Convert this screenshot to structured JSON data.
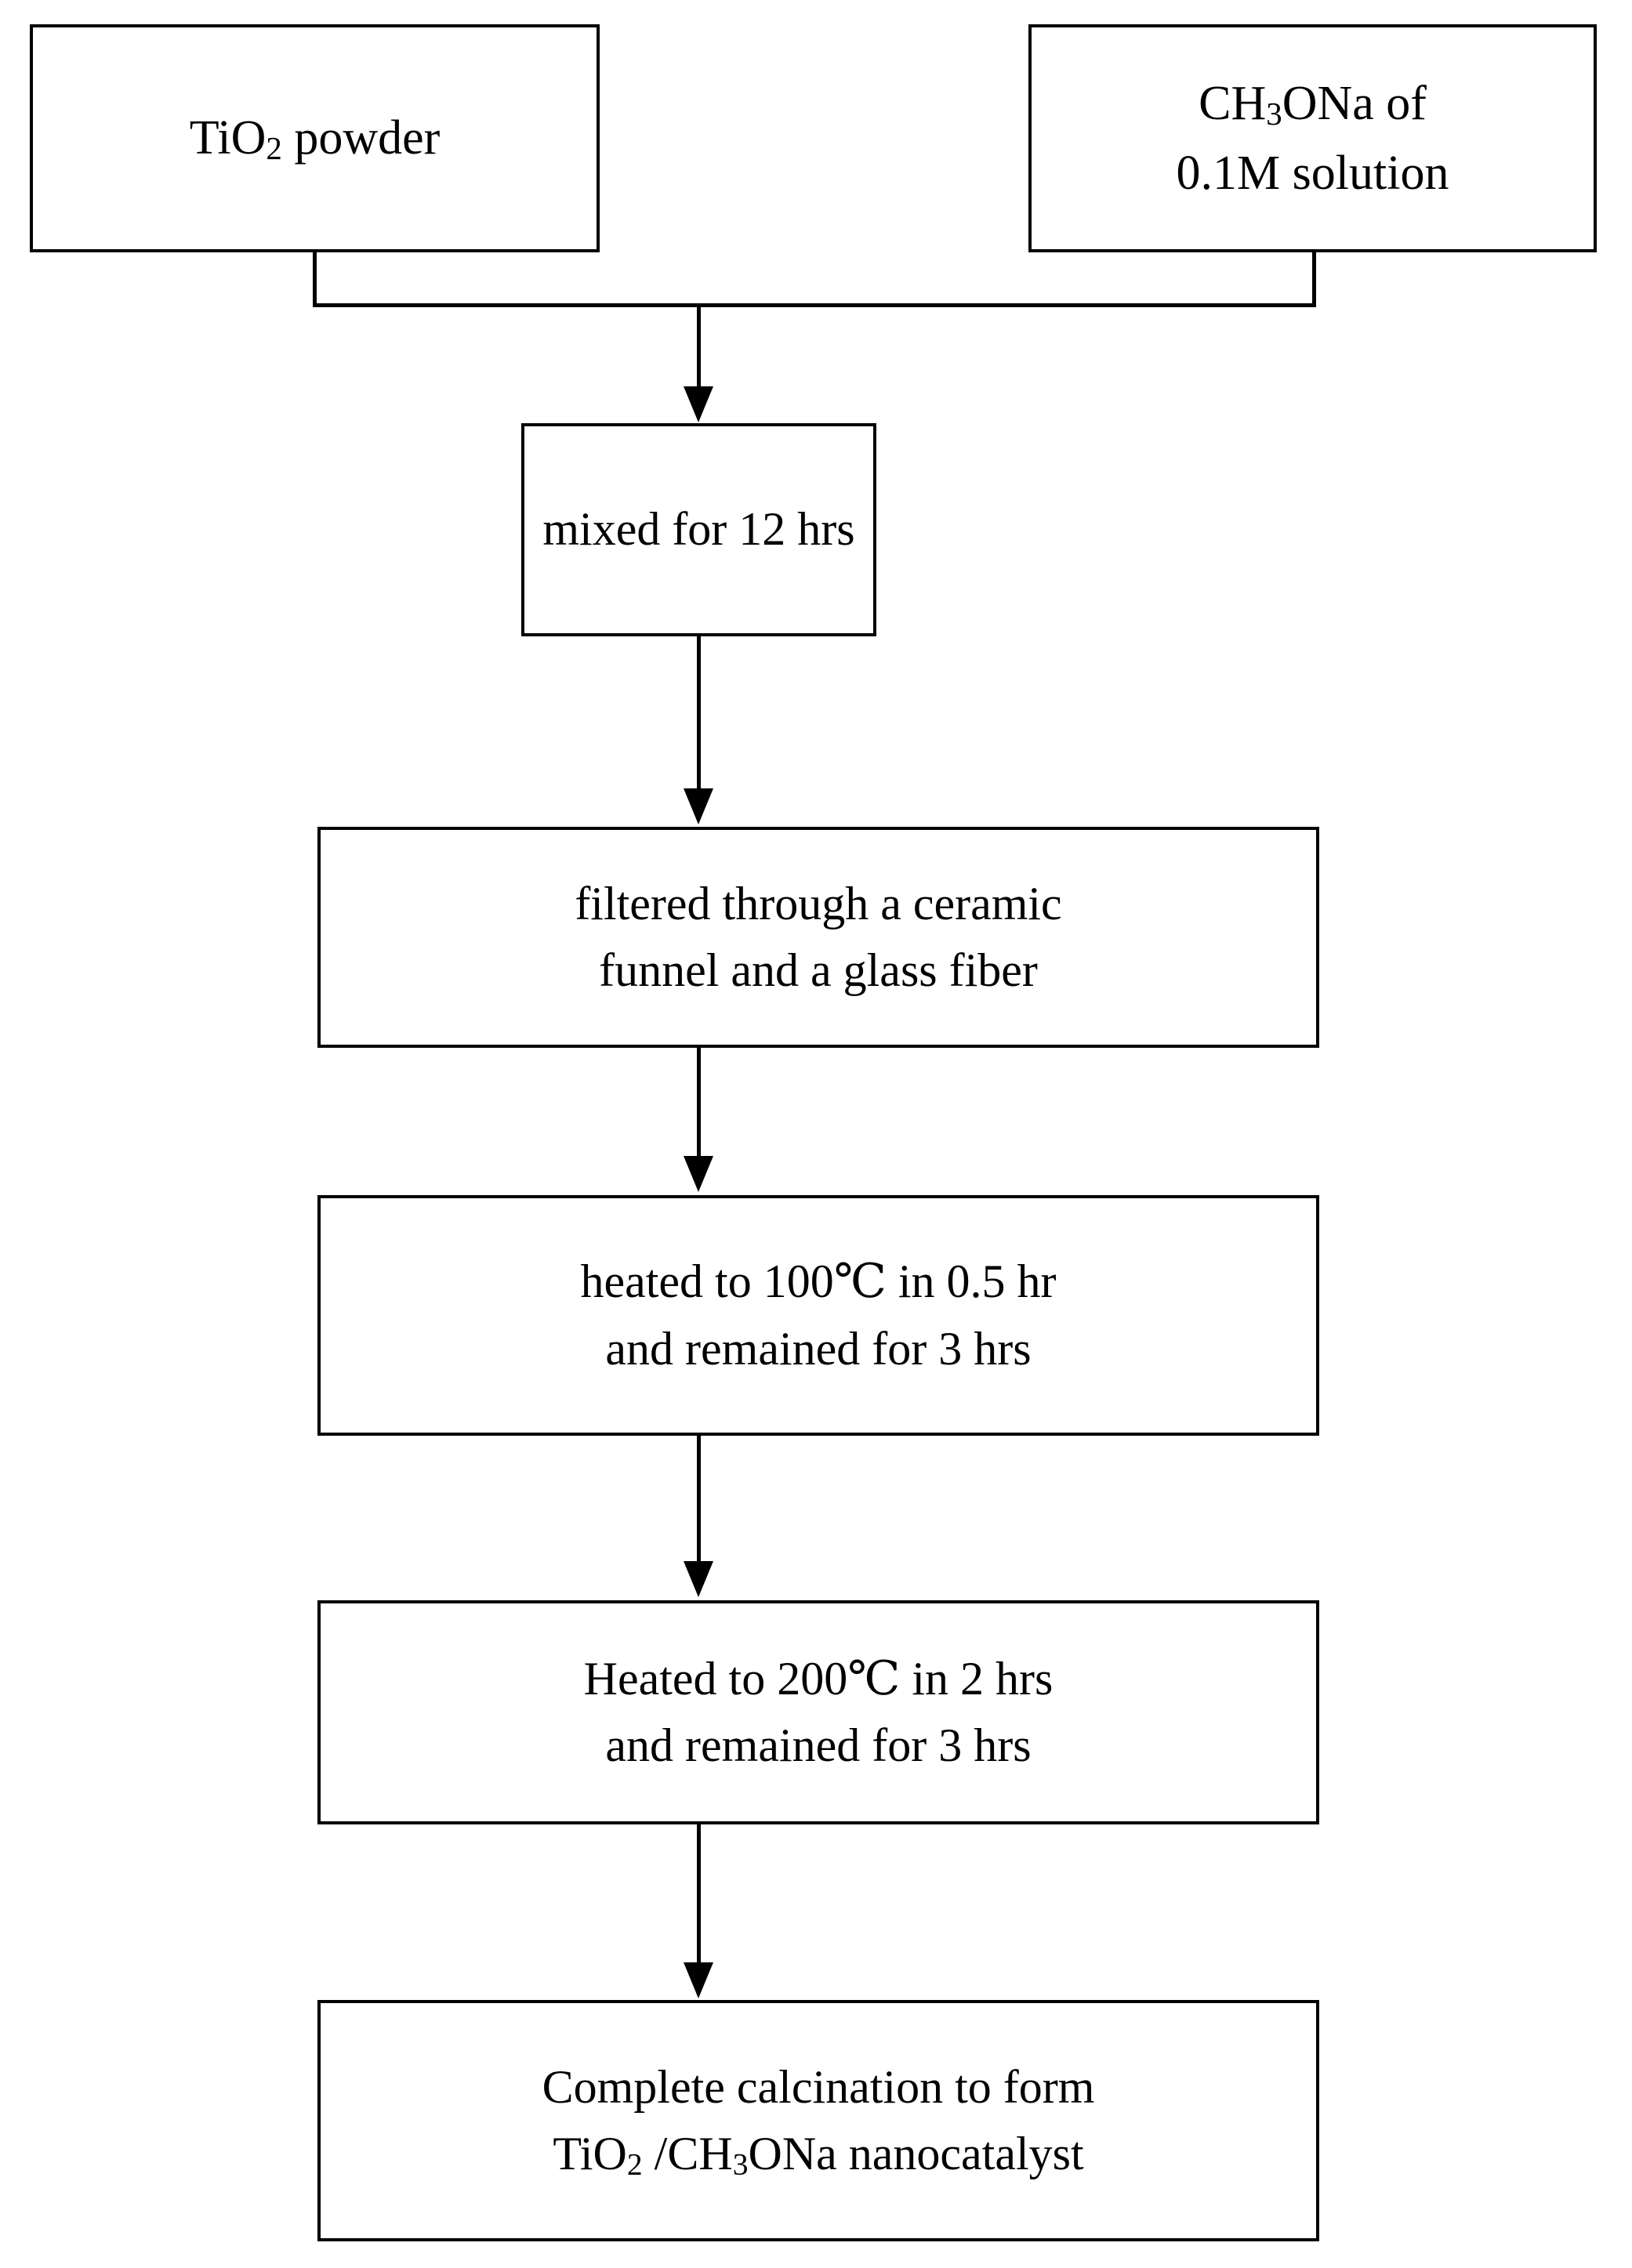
{
  "diagram": {
    "title": "TiO2/CH3ONa nanocatalyst preparation flowchart",
    "type": "flowchart",
    "orientation": "top-to-bottom",
    "line_color": "#000000",
    "box_fill": "#ffffff",
    "text_color": "#000000"
  },
  "nodes": {
    "tio2_powder": {
      "id": "tio2-powder",
      "lines": [
        "TiO2 powder"
      ],
      "line1_pre": "TiO",
      "line1_sub": "2",
      "line1_post": " powder"
    },
    "ch3ona_solution": {
      "id": "ch3ona-solution",
      "lines": [
        "CH3ONa of",
        "0.1M solution"
      ],
      "line1_pre": "CH",
      "line1_sub": "3",
      "line1_post": "ONa of",
      "line2": "0.1M solution"
    },
    "mixed": {
      "id": "mixed-for-12-hrs",
      "lines": [
        "mixed for 12 hrs"
      ],
      "line1": "mixed for  12 hrs"
    },
    "filtered": {
      "id": "filtered-through-ceramic-funnel",
      "lines": [
        "filtered through a ceramic",
        "funnel and a glass fiber"
      ],
      "line1": "filtered through a ceramic",
      "line2": "funnel and a glass fiber"
    },
    "heated_100": {
      "id": "heated-to-100c",
      "lines": [
        "heated to 100℃ in 0.5 hr",
        "and remained for 3 hrs"
      ],
      "line1": "heated to 100℃  in 0.5 hr",
      "line2": "and remained for 3 hrs",
      "temperature": "100℃",
      "ramp_time": "0.5 hr",
      "hold_time": "3 hrs"
    },
    "heated_200": {
      "id": "heated-to-200c",
      "lines": [
        "Heated to 200℃ in 2 hrs",
        "and remained for 3 hrs"
      ],
      "line1": "Heated to 200℃  in 2 hrs",
      "line2": "and remained for 3 hrs",
      "temperature": "200℃",
      "ramp_time": "2 hrs",
      "hold_time": "3 hrs"
    },
    "calcination": {
      "id": "complete-calcination",
      "lines": [
        "Complete calcination to form",
        "TiO2 /CH3ONa nanocatalyst"
      ],
      "line1": "Complete calcination to form",
      "line2_a_pre": "TiO",
      "line2_a_sub": "2",
      "line2_mid": " /CH",
      "line2_b_sub": "3",
      "line2_post": "ONa nanocatalyst"
    }
  },
  "edges": [
    {
      "from": "tio2_powder",
      "to": "mixed",
      "style": "elbow-merge",
      "arrow": true
    },
    {
      "from": "ch3ona_solution",
      "to": "mixed",
      "style": "elbow-merge",
      "arrow": true
    },
    {
      "from": "mixed",
      "to": "filtered",
      "style": "straight",
      "arrow": true
    },
    {
      "from": "filtered",
      "to": "heated_100",
      "style": "straight",
      "arrow": true
    },
    {
      "from": "heated_100",
      "to": "heated_200",
      "style": "straight",
      "arrow": true
    },
    {
      "from": "heated_200",
      "to": "calcination",
      "style": "straight",
      "arrow": true
    }
  ]
}
